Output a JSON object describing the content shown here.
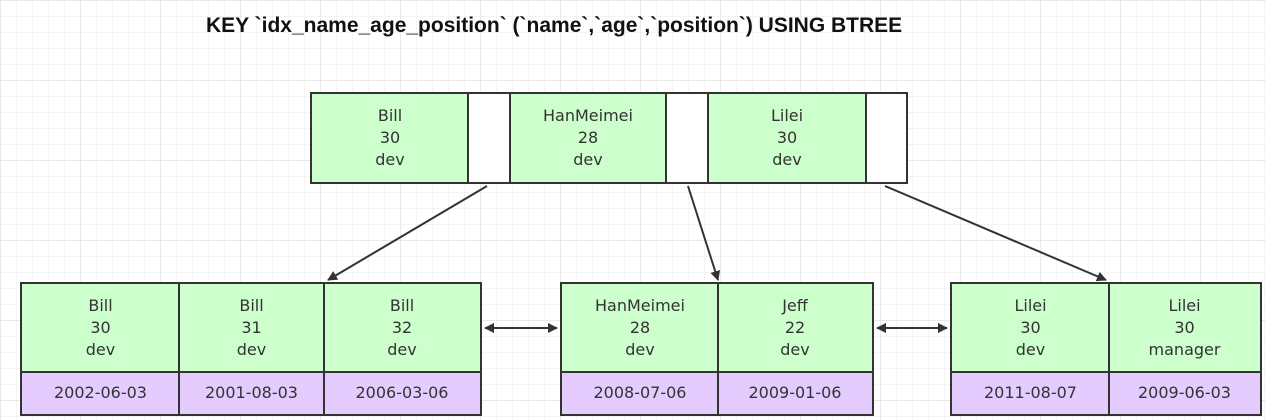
{
  "title": "KEY `idx_name_age_position` (`name`,`age`,`position`) USING BTREE",
  "root": [
    {
      "name": "Bill",
      "age": "30",
      "position": "dev"
    },
    {
      "name": "HanMeimei",
      "age": "28",
      "position": "dev"
    },
    {
      "name": "Lilei",
      "age": "30",
      "position": "dev"
    }
  ],
  "leaves": [
    [
      {
        "name": "Bill",
        "age": "30",
        "position": "dev",
        "date": "2002-06-03"
      },
      {
        "name": "Bill",
        "age": "31",
        "position": "dev",
        "date": "2001-08-03"
      },
      {
        "name": "Bill",
        "age": "32",
        "position": "dev",
        "date": "2006-03-06"
      }
    ],
    [
      {
        "name": "HanMeimei",
        "age": "28",
        "position": "dev",
        "date": "2008-07-06"
      },
      {
        "name": "Jeff",
        "age": "22",
        "position": "dev",
        "date": "2009-01-06"
      }
    ],
    [
      {
        "name": "Lilei",
        "age": "30",
        "position": "dev",
        "date": "2011-08-07"
      },
      {
        "name": "Lilei",
        "age": "30",
        "position": "manager",
        "date": "2009-06-03"
      }
    ]
  ],
  "colors": {
    "key_fill": "#ccffcc",
    "date_fill": "#e5ccff",
    "border": "#333333"
  }
}
